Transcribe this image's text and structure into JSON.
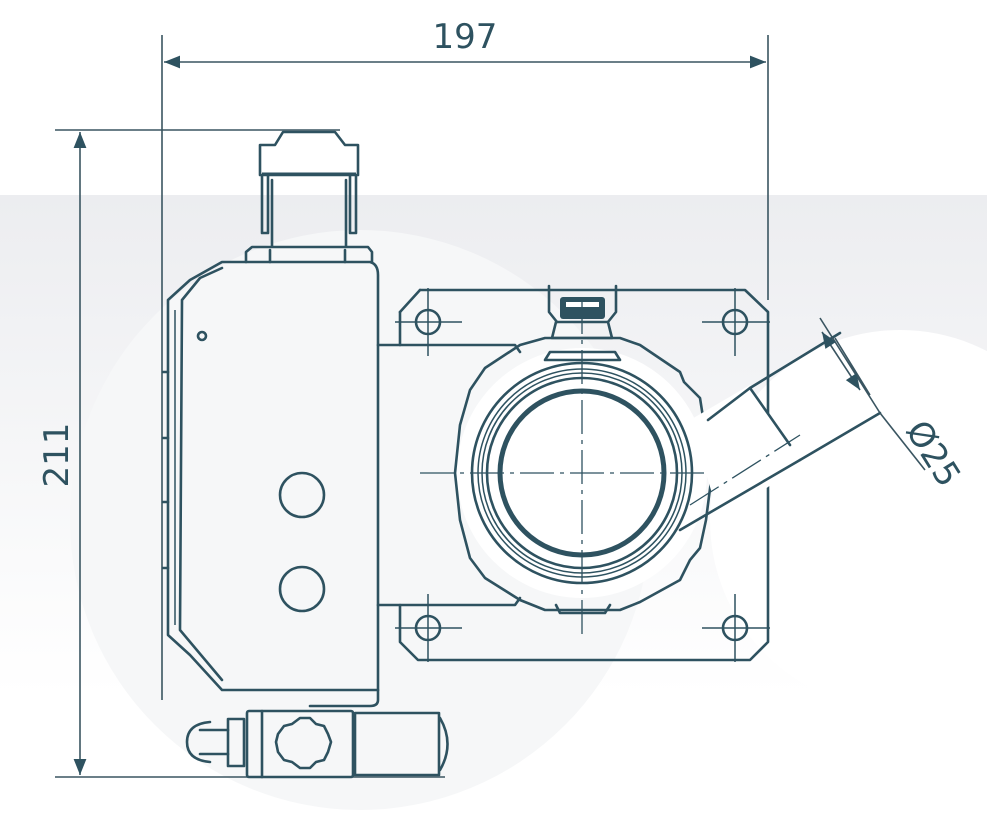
{
  "drawing": {
    "width_dimension": "197",
    "height_dimension": "211",
    "diameter_dimension": "Ø25"
  },
  "colors": {
    "line": "#2e5260",
    "background_band": "#eef0f2"
  }
}
